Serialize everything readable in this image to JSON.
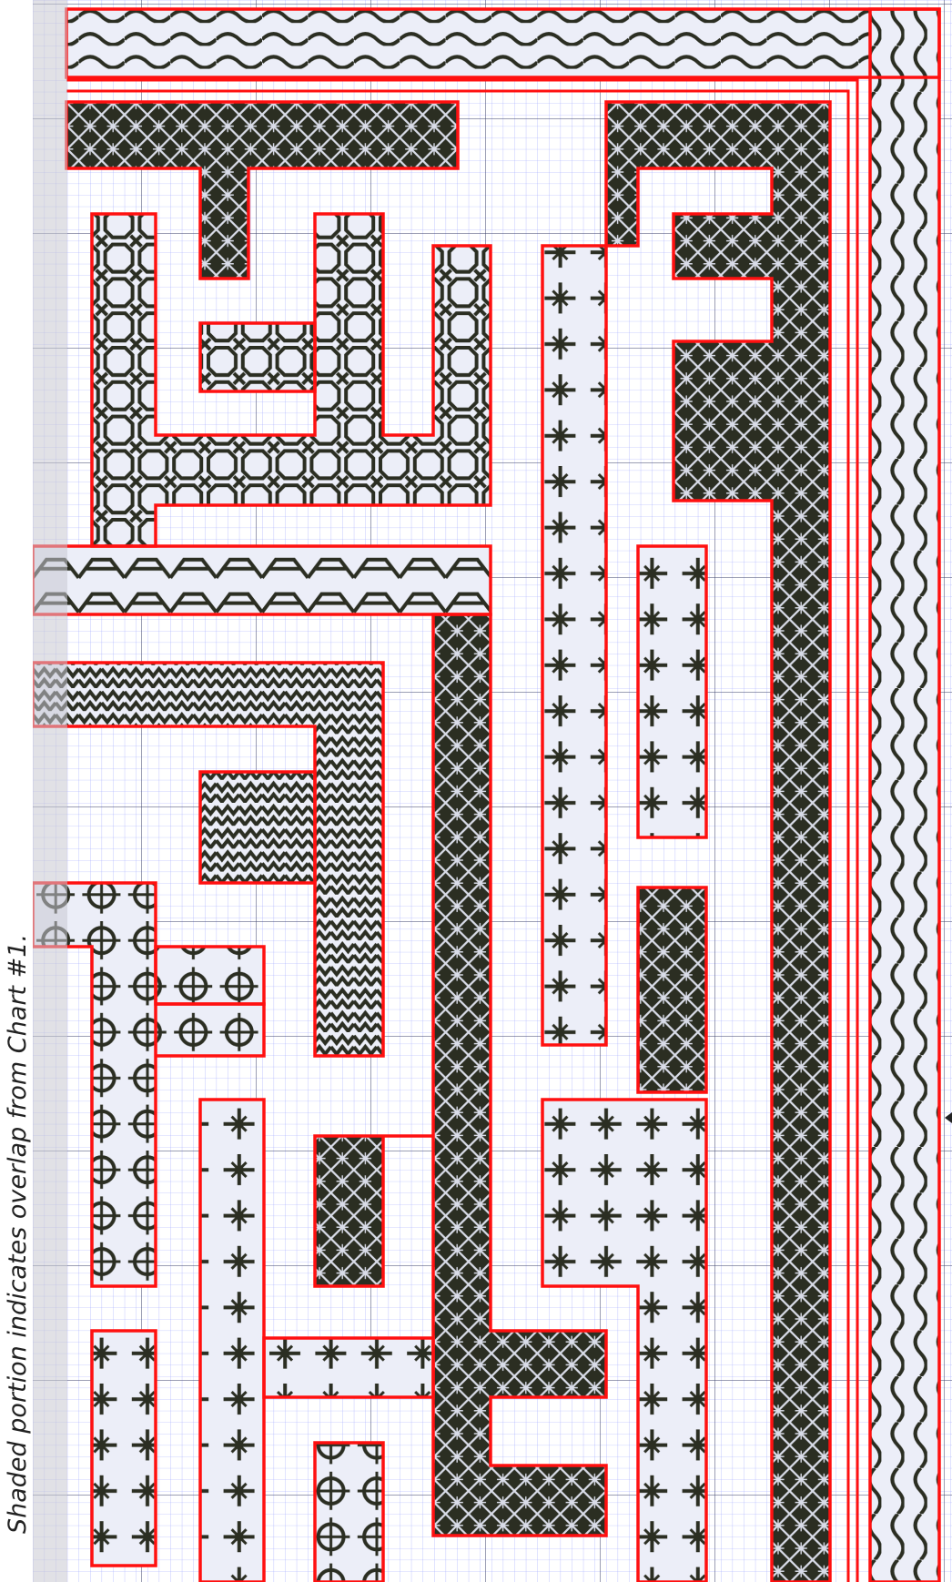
{
  "caption": "Shaded portion indicates overlap from Chart #1.",
  "colors": {
    "grid_minor": "#9aa3ff",
    "grid_major": "#3a3f6a",
    "motif": "#2b2e22",
    "outline": "#ff1010",
    "overlap_shade": "#d6d6de",
    "background": "#ffffff"
  },
  "pattern_names": [
    "diamond-cross",
    "octagon-chain",
    "braid",
    "zigzag",
    "rosette",
    "cross-flower",
    "leaf-vine"
  ]
}
